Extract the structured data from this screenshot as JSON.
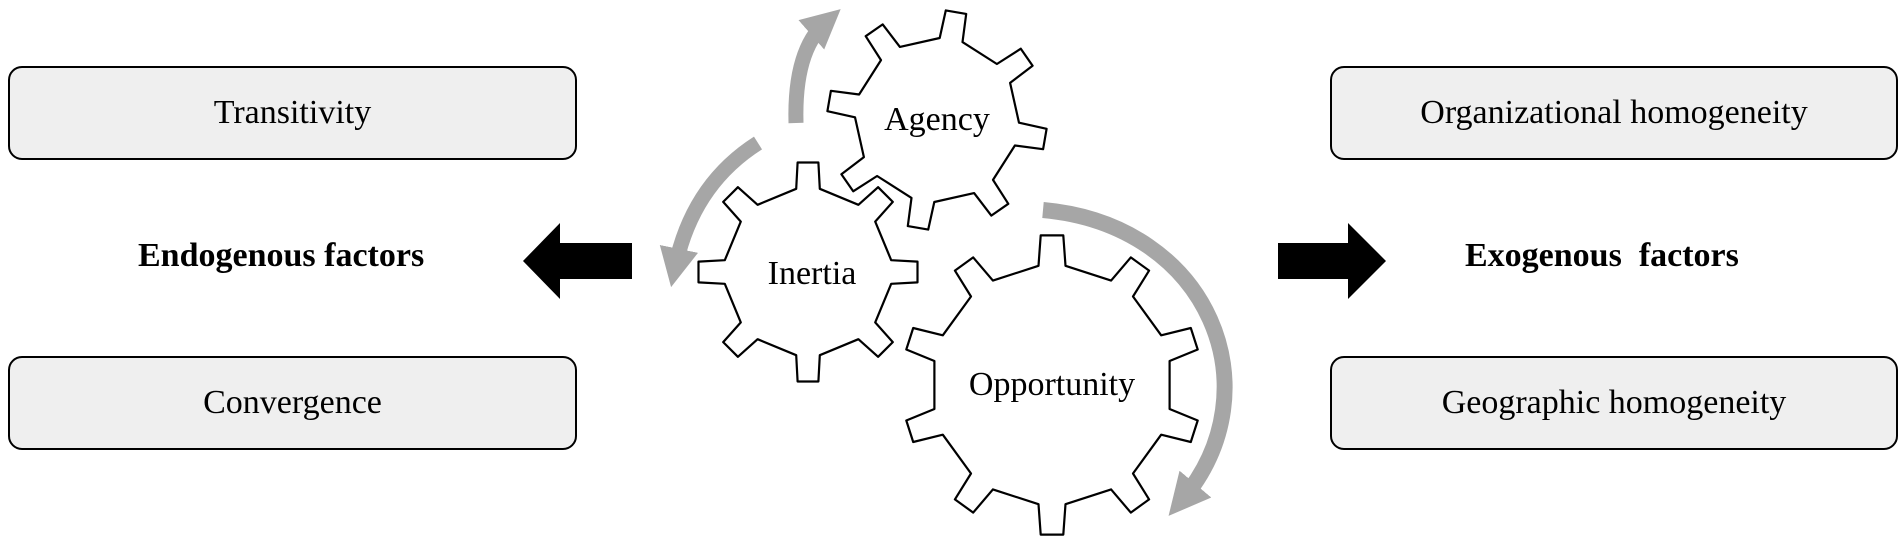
{
  "left": {
    "heading": "Endogenous factors",
    "boxes": [
      "Transitivity",
      "Convergence"
    ]
  },
  "right": {
    "heading": "Exogenous  factors",
    "boxes": [
      "Organizational homogeneity",
      "Geographic homogeneity"
    ]
  },
  "gears": [
    "Agency",
    "Inertia",
    "Opportunity"
  ],
  "colors": {
    "box_fill": "#efefef",
    "gear_fill": "#ffffff",
    "rotation_arrow": "#a6a6a6",
    "block_arrow": "#000000"
  }
}
